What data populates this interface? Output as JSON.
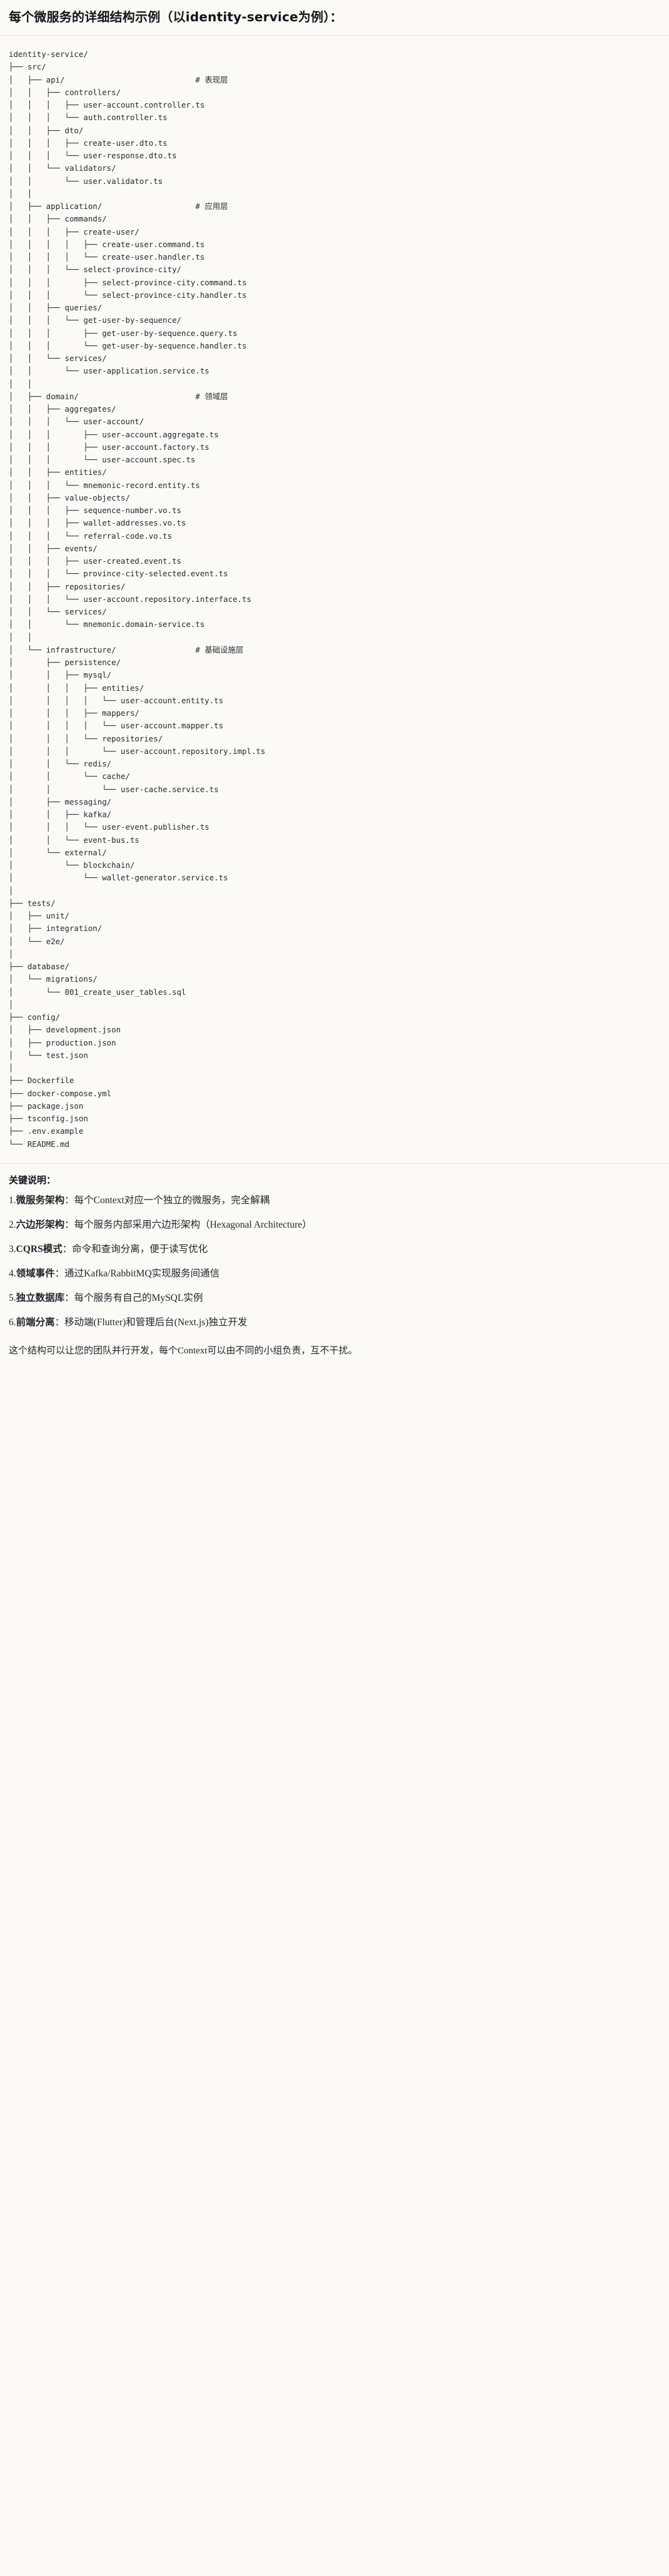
{
  "header": {
    "title": "每个微服务的详细结构示例（以identity-service为例）："
  },
  "tree": {
    "root": "identity-service/",
    "lines": [
      {
        "text": "identity-service/",
        "comment": ""
      },
      {
        "text": "├── src/",
        "comment": ""
      },
      {
        "text": "│   ├── api/",
        "comment": "# 表现层"
      },
      {
        "text": "│   │   ├── controllers/",
        "comment": ""
      },
      {
        "text": "│   │   │   ├── user-account.controller.ts",
        "comment": ""
      },
      {
        "text": "│   │   │   └── auth.controller.ts",
        "comment": ""
      },
      {
        "text": "│   │   ├── dto/",
        "comment": ""
      },
      {
        "text": "│   │   │   ├── create-user.dto.ts",
        "comment": ""
      },
      {
        "text": "│   │   │   └── user-response.dto.ts",
        "comment": ""
      },
      {
        "text": "│   │   └── validators/",
        "comment": ""
      },
      {
        "text": "│   │       └── user.validator.ts",
        "comment": ""
      },
      {
        "text": "│   │",
        "comment": ""
      },
      {
        "text": "│   ├── application/",
        "comment": "# 应用层"
      },
      {
        "text": "│   │   ├── commands/",
        "comment": ""
      },
      {
        "text": "│   │   │   ├── create-user/",
        "comment": ""
      },
      {
        "text": "│   │   │   │   ├── create-user.command.ts",
        "comment": ""
      },
      {
        "text": "│   │   │   │   └── create-user.handler.ts",
        "comment": ""
      },
      {
        "text": "│   │   │   └── select-province-city/",
        "comment": ""
      },
      {
        "text": "│   │   │       ├── select-province-city.command.ts",
        "comment": ""
      },
      {
        "text": "│   │   │       └── select-province-city.handler.ts",
        "comment": ""
      },
      {
        "text": "│   │   ├── queries/",
        "comment": ""
      },
      {
        "text": "│   │   │   └── get-user-by-sequence/",
        "comment": ""
      },
      {
        "text": "│   │   │       ├── get-user-by-sequence.query.ts",
        "comment": ""
      },
      {
        "text": "│   │   │       └── get-user-by-sequence.handler.ts",
        "comment": ""
      },
      {
        "text": "│   │   └── services/",
        "comment": ""
      },
      {
        "text": "│   │       └── user-application.service.ts",
        "comment": ""
      },
      {
        "text": "│   │",
        "comment": ""
      },
      {
        "text": "│   ├── domain/",
        "comment": "# 领域层"
      },
      {
        "text": "│   │   ├── aggregates/",
        "comment": ""
      },
      {
        "text": "│   │   │   └── user-account/",
        "comment": ""
      },
      {
        "text": "│   │   │       ├── user-account.aggregate.ts",
        "comment": ""
      },
      {
        "text": "│   │   │       ├── user-account.factory.ts",
        "comment": ""
      },
      {
        "text": "│   │   │       └── user-account.spec.ts",
        "comment": ""
      },
      {
        "text": "│   │   ├── entities/",
        "comment": ""
      },
      {
        "text": "│   │   │   └── mnemonic-record.entity.ts",
        "comment": ""
      },
      {
        "text": "│   │   ├── value-objects/",
        "comment": ""
      },
      {
        "text": "│   │   │   ├── sequence-number.vo.ts",
        "comment": ""
      },
      {
        "text": "│   │   │   ├── wallet-addresses.vo.ts",
        "comment": ""
      },
      {
        "text": "│   │   │   └── referral-code.vo.ts",
        "comment": ""
      },
      {
        "text": "│   │   ├── events/",
        "comment": ""
      },
      {
        "text": "│   │   │   ├── user-created.event.ts",
        "comment": ""
      },
      {
        "text": "│   │   │   └── province-city-selected.event.ts",
        "comment": ""
      },
      {
        "text": "│   │   ├── repositories/",
        "comment": ""
      },
      {
        "text": "│   │   │   └── user-account.repository.interface.ts",
        "comment": ""
      },
      {
        "text": "│   │   └── services/",
        "comment": ""
      },
      {
        "text": "│   │       └── mnemonic.domain-service.ts",
        "comment": ""
      },
      {
        "text": "│   │",
        "comment": ""
      },
      {
        "text": "│   └── infrastructure/",
        "comment": "# 基础设施层"
      },
      {
        "text": "│       ├── persistence/",
        "comment": ""
      },
      {
        "text": "│       │   ├── mysql/",
        "comment": ""
      },
      {
        "text": "│       │   │   ├── entities/",
        "comment": ""
      },
      {
        "text": "│       │   │   │   └── user-account.entity.ts",
        "comment": ""
      },
      {
        "text": "│       │   │   ├── mappers/",
        "comment": ""
      },
      {
        "text": "│       │   │   │   └── user-account.mapper.ts",
        "comment": ""
      },
      {
        "text": "│       │   │   └── repositories/",
        "comment": ""
      },
      {
        "text": "│       │   │       └── user-account.repository.impl.ts",
        "comment": ""
      },
      {
        "text": "│       │   └── redis/",
        "comment": ""
      },
      {
        "text": "│       │       └── cache/",
        "comment": ""
      },
      {
        "text": "│       │           └── user-cache.service.ts",
        "comment": ""
      },
      {
        "text": "│       ├── messaging/",
        "comment": ""
      },
      {
        "text": "│       │   ├── kafka/",
        "comment": ""
      },
      {
        "text": "│       │   │   └── user-event.publisher.ts",
        "comment": ""
      },
      {
        "text": "│       │   └── event-bus.ts",
        "comment": ""
      },
      {
        "text": "│       └── external/",
        "comment": ""
      },
      {
        "text": "│           └── blockchain/",
        "comment": ""
      },
      {
        "text": "│               └── wallet-generator.service.ts",
        "comment": ""
      },
      {
        "text": "│",
        "comment": ""
      },
      {
        "text": "├── tests/",
        "comment": ""
      },
      {
        "text": "│   ├── unit/",
        "comment": ""
      },
      {
        "text": "│   ├── integration/",
        "comment": ""
      },
      {
        "text": "│   └── e2e/",
        "comment": ""
      },
      {
        "text": "│",
        "comment": ""
      },
      {
        "text": "├── database/",
        "comment": ""
      },
      {
        "text": "│   └── migrations/",
        "comment": ""
      },
      {
        "text": "│       └── 001_create_user_tables.sql",
        "comment": ""
      },
      {
        "text": "│",
        "comment": ""
      },
      {
        "text": "├── config/",
        "comment": ""
      },
      {
        "text": "│   ├── development.json",
        "comment": ""
      },
      {
        "text": "│   ├── production.json",
        "comment": ""
      },
      {
        "text": "│   └── test.json",
        "comment": ""
      },
      {
        "text": "│",
        "comment": ""
      },
      {
        "text": "├── Dockerfile",
        "comment": ""
      },
      {
        "text": "├── docker-compose.yml",
        "comment": ""
      },
      {
        "text": "├── package.json",
        "comment": ""
      },
      {
        "text": "├── tsconfig.json",
        "comment": ""
      },
      {
        "text": "├── .env.example",
        "comment": ""
      },
      {
        "text": "└── README.md",
        "comment": ""
      }
    ],
    "comment_column": 40
  },
  "keypoints": {
    "heading": "关键说明：",
    "items": [
      {
        "num": "1.",
        "term": "微服务架构",
        "sep": "：",
        "desc": "每个Context对应一个独立的微服务，完全解耦"
      },
      {
        "num": "2.",
        "term": "六边形架构",
        "sep": "：",
        "desc": "每个服务内部采用六边形架构（Hexagonal Architecture）"
      },
      {
        "num": "3.",
        "term": "CQRS模式",
        "sep": "：",
        "desc": "命令和查询分离，便于读写优化"
      },
      {
        "num": "4.",
        "term": "领域事件",
        "sep": "：",
        "desc": "通过Kafka/RabbitMQ实现服务间通信"
      },
      {
        "num": "5.",
        "term": "独立数据库",
        "sep": "：",
        "desc": "每个服务有自己的MySQL实例"
      },
      {
        "num": "6.",
        "term": "前端分离",
        "sep": "：",
        "desc": "移动端(Flutter)和管理后台(Next.js)独立开发"
      }
    ],
    "closing": "这个结构可以让您的团队并行开发，每个Context可以由不同的小组负责，互不干扰。"
  },
  "colors": {
    "background": "#fbfaf7",
    "text": "#1f2328",
    "code_text": "#24292f",
    "rule": "#e6e4de"
  }
}
